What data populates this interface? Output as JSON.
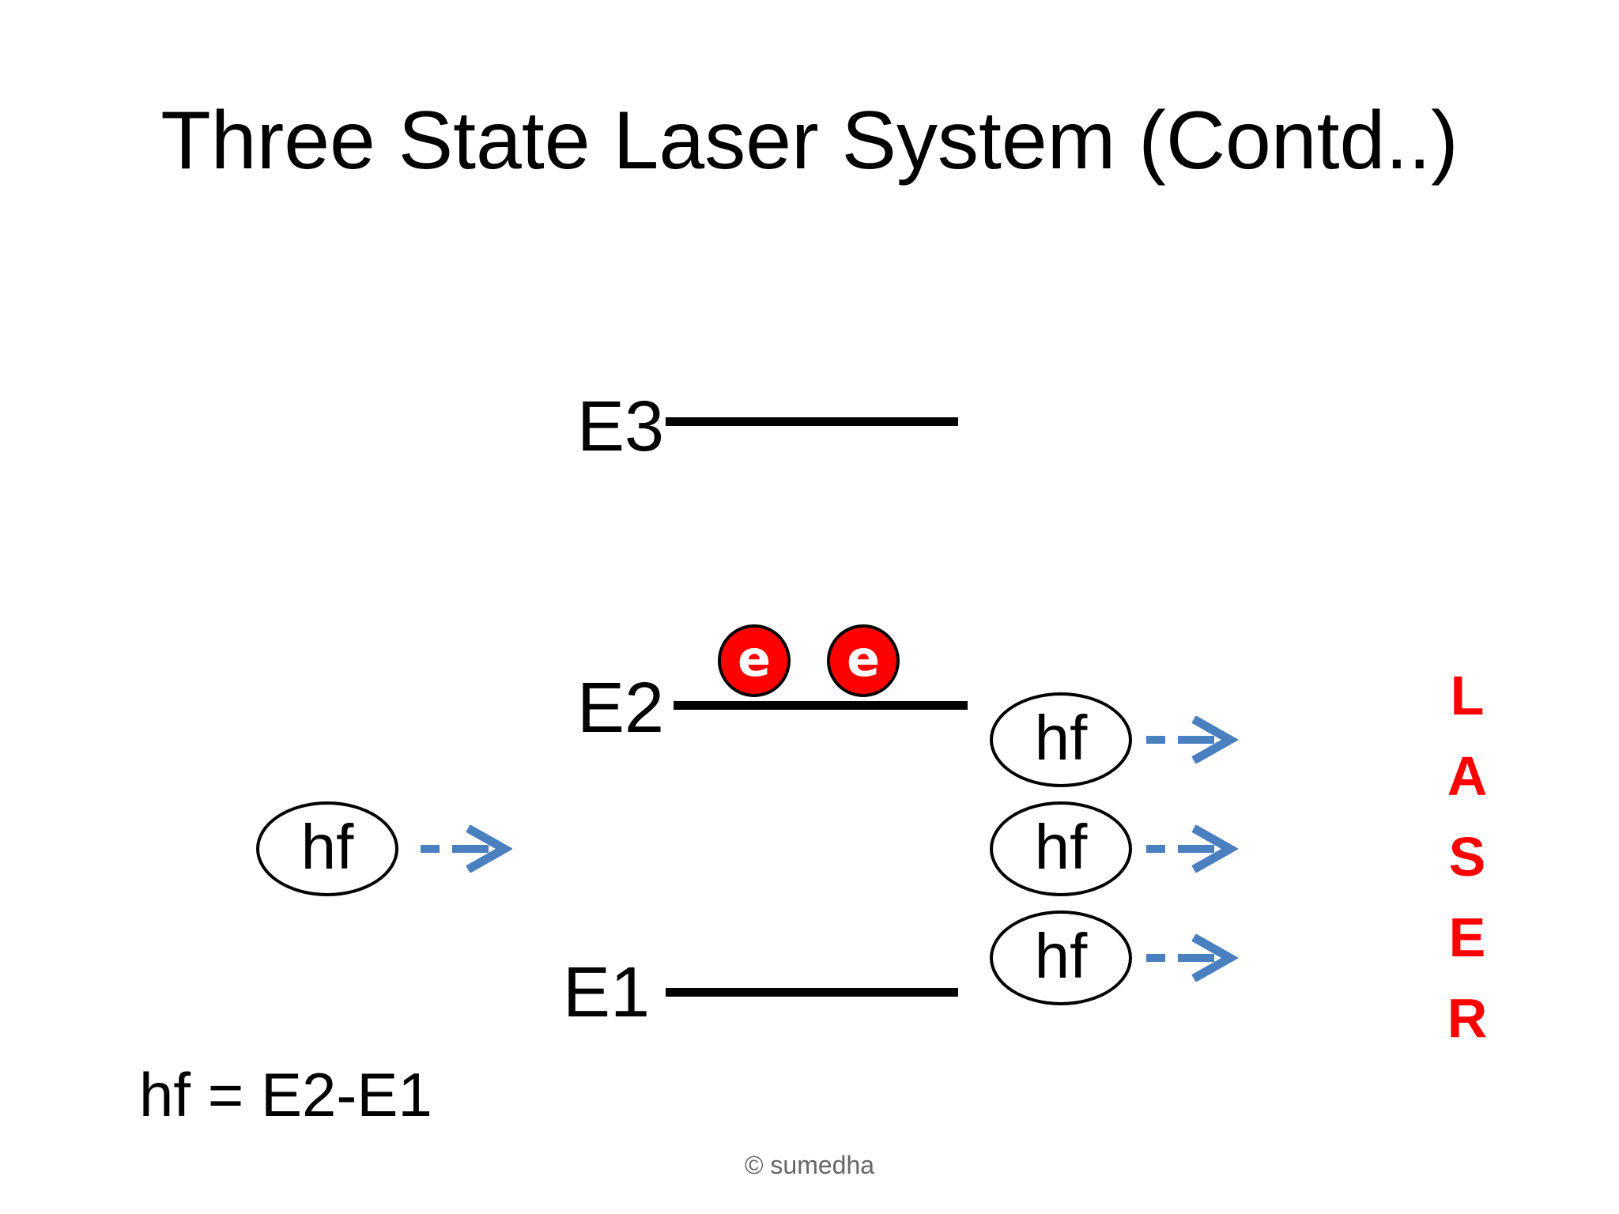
{
  "title": "Three State Laser System (Contd..)",
  "levels": {
    "e3": "E3",
    "e2": "E2",
    "e1": "E1"
  },
  "electron_label": "e",
  "photon_label": "hf",
  "laser_letters": [
    "L",
    "A",
    "S",
    "E",
    "R"
  ],
  "equation": "hf = E2-E1",
  "copyright": "© sumedha",
  "colors": {
    "electron": "#ff0000",
    "arrow": "#4a7fc0",
    "laser_text": "#ff0000"
  }
}
